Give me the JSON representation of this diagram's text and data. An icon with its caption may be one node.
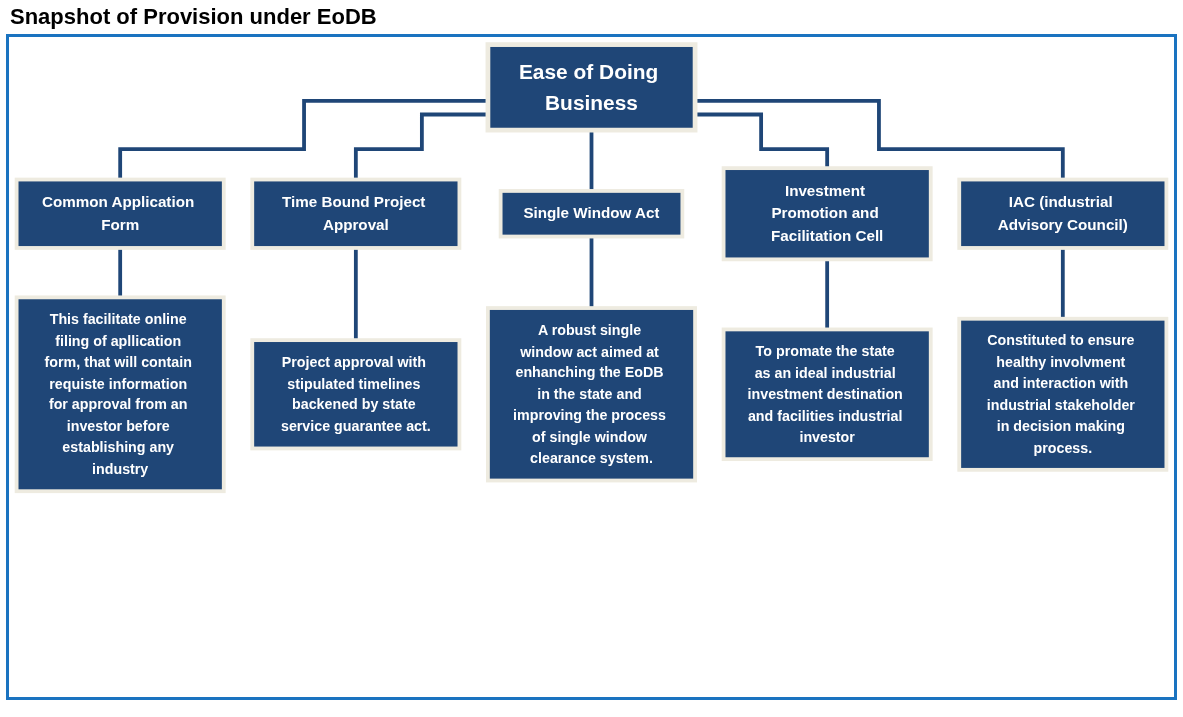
{
  "diagram": {
    "title": "Snapshot of Provision under EoDB",
    "nodes": [
      {
        "text": [
          "Ease of Doing Business"
        ]
      },
      {
        "text": [
          "Common Application Form"
        ]
      },
      {
        "text": [
          "Time Bound Project Approval"
        ]
      },
      {
        "text": [
          "Single Window Act"
        ]
      },
      {
        "text": [
          "Investment Promotion and Facilitation Cell"
        ]
      },
      {
        "text": [
          "IAC (industrial Advisory Council)"
        ]
      },
      {
        "text": [
          "This facilitate online filing of apllication form, that will contain requiste information for approval from an investor before establishing any industry"
        ]
      },
      {
        "text": [
          "Project approval with stipulated timelines backened by state service guarantee act."
        ]
      },
      {
        "text": [
          "A robust single window act aimed at enhanching the EoDB in the state and improving the process of single window clearance system."
        ]
      },
      {
        "text": [
          "To promate the state as an ideal industrial investment destination and facilities industrial investor"
        ]
      },
      {
        "text": [
          "Constituted to ensure healthy involvment and interaction with industrial stakeholder in decision making process."
        ]
      }
    ],
    "edges": [
      {
        "from": 0,
        "to": 1,
        "arrow": "none"
      },
      {
        "from": 0,
        "to": 2,
        "arrow": "none"
      },
      {
        "from": 0,
        "to": 3,
        "arrow": "none"
      },
      {
        "from": 0,
        "to": 4,
        "arrow": "none"
      },
      {
        "from": 0,
        "to": 5,
        "arrow": "none"
      },
      {
        "from": 1,
        "to": 6,
        "arrow": "none"
      },
      {
        "from": 2,
        "to": 7,
        "arrow": "none"
      },
      {
        "from": 3,
        "to": 8,
        "arrow": "none"
      },
      {
        "from": 4,
        "to": 9,
        "arrow": "none"
      },
      {
        "from": 5,
        "to": 10,
        "arrow": "none"
      }
    ]
  }
}
